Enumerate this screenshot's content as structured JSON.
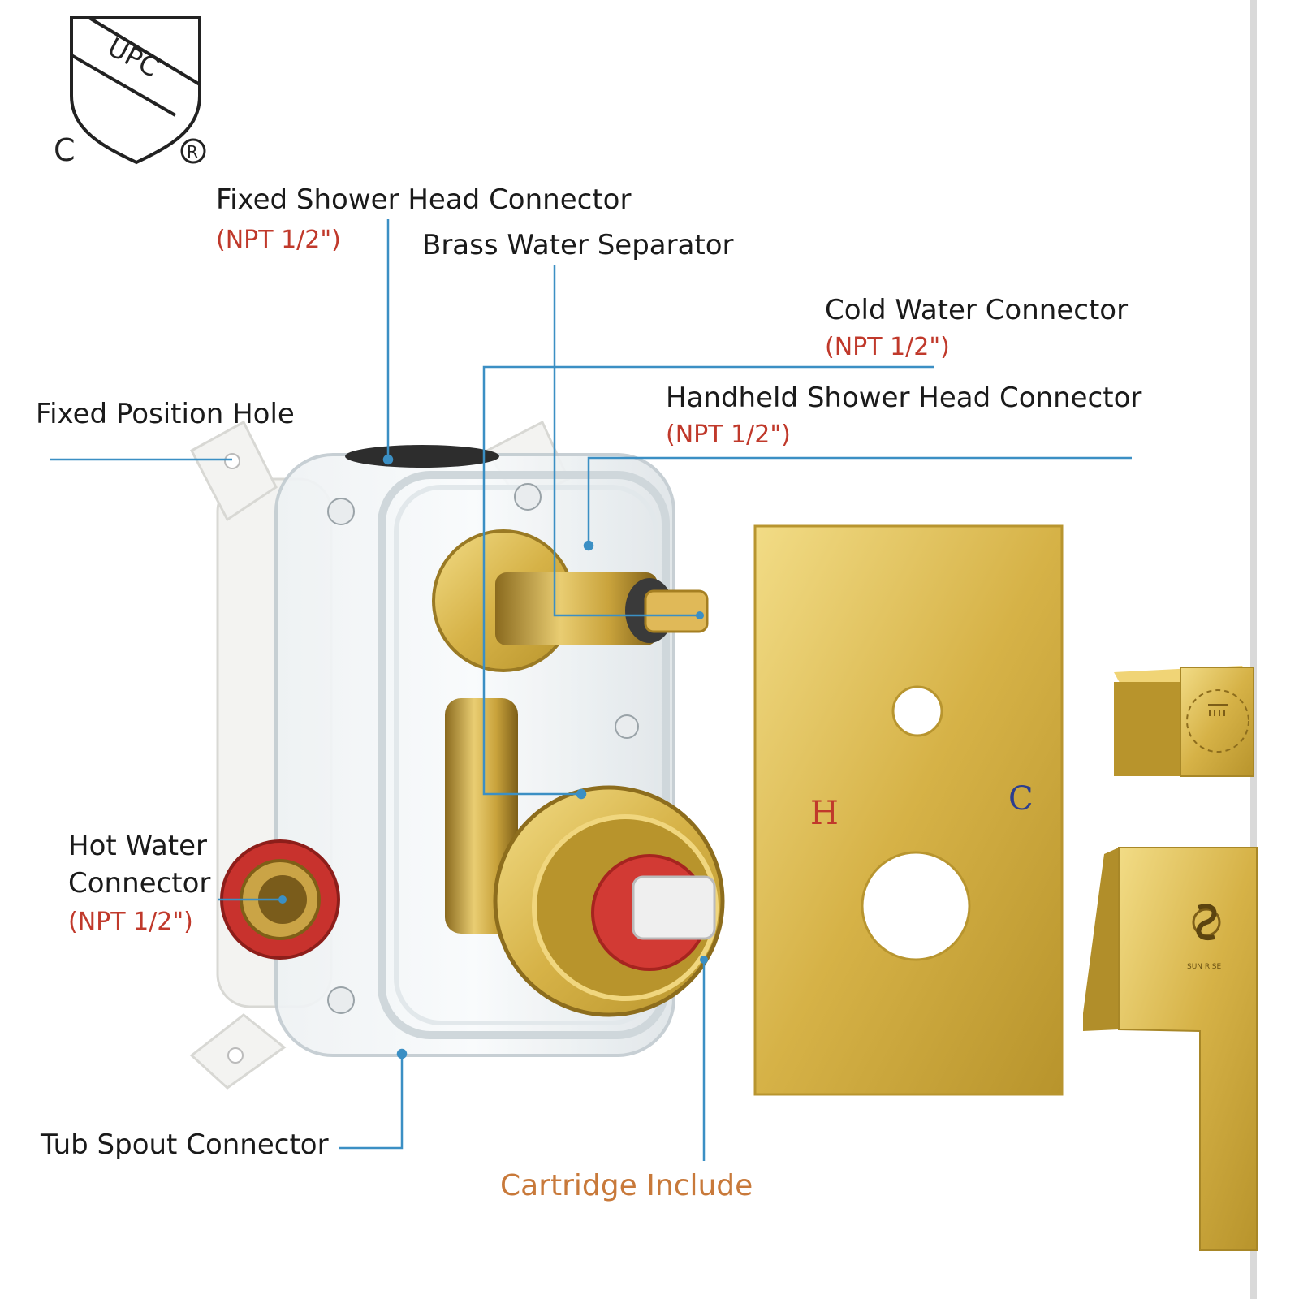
{
  "certification": {
    "mark_text": "UPC",
    "left_letter": "C",
    "registered": "®"
  },
  "labels": {
    "fixed_shower_head": {
      "title": "Fixed Shower Head Connector",
      "spec": "(NPT 1/2\")"
    },
    "brass_separator": {
      "title": "Brass Water Separator"
    },
    "cold_water": {
      "title": "Cold Water Connector",
      "spec": "(NPT 1/2\")"
    },
    "handheld_shower_head": {
      "title": "Handheld Shower Head Connector",
      "spec": "(NPT 1/2\")"
    },
    "fixed_position_hole": {
      "title": "Fixed Position Hole"
    },
    "hot_water": {
      "title_line1": "Hot Water",
      "title_line2": "Connector",
      "spec": "(NPT 1/2\")"
    },
    "tub_spout": {
      "title": "Tub Spout Connector"
    },
    "cartridge": {
      "title": "Cartridge Include"
    }
  },
  "trim_plate": {
    "hot_letter": "H",
    "cold_letter": "C"
  },
  "handle": {
    "brand": "SUN RISE"
  },
  "colors": {
    "leader_line": "#3b8fc4",
    "spec_text": "#c0392b",
    "accent_orange": "#c8793a",
    "brushed_gold": "#d9b84a",
    "hot_red": "#c0392b",
    "cold_blue": "#2c3e8f"
  }
}
